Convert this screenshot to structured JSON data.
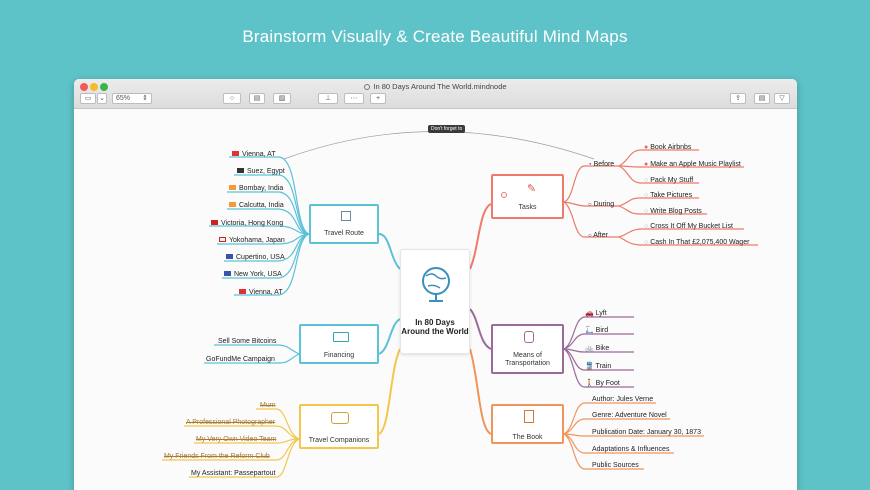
{
  "headline": "Brainstorm Visually & Create Beautiful Mind Maps",
  "window": {
    "title": "In 80 Days Around The World.mindnode",
    "zoom": "65%"
  },
  "tooltip": "Don't forget to",
  "central": {
    "title": "In 80 Days Around the World"
  },
  "travel_route": {
    "title": "Travel Route",
    "items": [
      "Vienna, AT",
      "Suez, Egypt",
      "Bombay, India",
      "Calcutta, India",
      "Victoria, Hong Kong",
      "Yokohama, Japan",
      "Cupertino, USA",
      "New York, USA",
      "Vienna, AT"
    ]
  },
  "financing": {
    "title": "Financing",
    "items": [
      "Sell Some Bitcoins",
      "GoFundMe Campaign"
    ]
  },
  "companions": {
    "title": "Travel Companions",
    "items": [
      "Mum",
      "A Professional Photographer",
      "My Very Own Video Team",
      "My Friends From the Reform Club",
      "My Assistant: Passepartout"
    ]
  },
  "tasks": {
    "title": "Tasks",
    "before": "Before",
    "during": "During",
    "after": "After",
    "before_items": [
      "Book Airbnbs",
      "Make an Apple Music Playlist",
      "Pack My Stuff"
    ],
    "during_items": [
      "Take Pictures",
      "Write Blog Posts"
    ],
    "after_items": [
      "Cross It Off My Bucket List",
      "Cash In That £2,075,400 Wager"
    ]
  },
  "transport": {
    "title": "Means of Transportation",
    "items": [
      "Lyft",
      "Bird",
      "Bike",
      "Train",
      "By Foot"
    ]
  },
  "book": {
    "title": "The Book",
    "items": [
      "Author: Jules Verne",
      "Genre: Adventure Novel",
      "Publication Date: January 30, 1873",
      "Adaptations & Influences",
      "Public Sources"
    ]
  },
  "colors": {
    "background": "#5ec3c8",
    "route": "#5bc2d8",
    "financing": "#5bc2d8",
    "companions": "#f3c64e",
    "tasks": "#ee7a6b",
    "transport": "#9a6a9a",
    "book": "#f0955a"
  }
}
